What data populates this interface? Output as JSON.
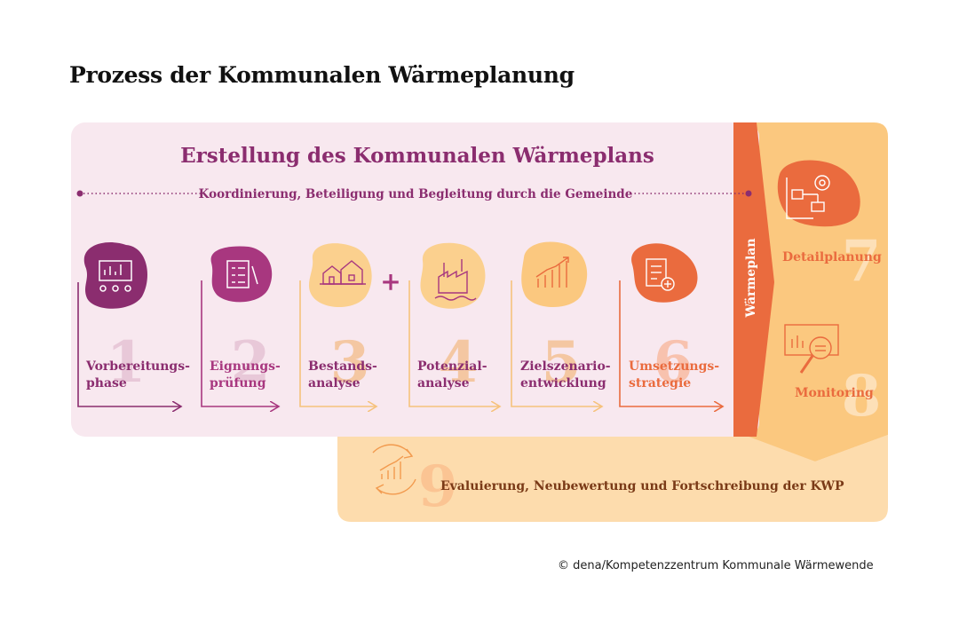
{
  "title": "Prozess der Kommunalen Wärmeplanung",
  "main_panel": {
    "heading": "Erstellung des Kommunalen Wärmeplans",
    "coordination_label": "Koordinierung, Beteiligung und Begleitung durch die Gemeinde"
  },
  "steps": [
    {
      "number": "1",
      "line1": "Vorbereitungs-",
      "line2": "phase",
      "icon": "presentation-icon"
    },
    {
      "number": "2",
      "line1": "Eignungs-",
      "line2": "prüfung",
      "icon": "checklist-icon"
    },
    {
      "number": "3",
      "line1": "Bestands-",
      "line2": "analyse",
      "icon": "houses-icon"
    },
    {
      "number": "4",
      "line1": "Potenzial-",
      "line2": "analyse",
      "icon": "factory-icon"
    },
    {
      "number": "5",
      "line1": "Zielszenario-",
      "line2": "entwicklung",
      "icon": "growth-chart-icon"
    },
    {
      "number": "6",
      "line1": "Umsetzungs-",
      "line2": "strategie",
      "icon": "document-plus-icon"
    }
  ],
  "plus_sign": "+",
  "waermeplan_label": "Wärmeplan",
  "detail": {
    "number": "7",
    "label": "Detailplanung",
    "icon": "blueprint-gear-icon"
  },
  "monitoring": {
    "number": "8",
    "label": "Monitoring",
    "icon": "magnifier-chart-icon"
  },
  "evaluation": {
    "number": "9",
    "label": "Evaluierung, Neubewertung und Fortschreibung der KWP",
    "icon": "cycle-chart-icon"
  },
  "colors": {
    "panel_bg": "#f8e8ef",
    "purple": "#8b2d6f",
    "magenta": "#a8377f",
    "light_orange": "#fbd08e",
    "orange": "#f7a24a",
    "deep_orange": "#ea6b3e",
    "sand": "#fddcad",
    "brown_text": "#7a3a17"
  },
  "credit": "© dena/Kompetenzzentrum Kommunale Wärmewende"
}
